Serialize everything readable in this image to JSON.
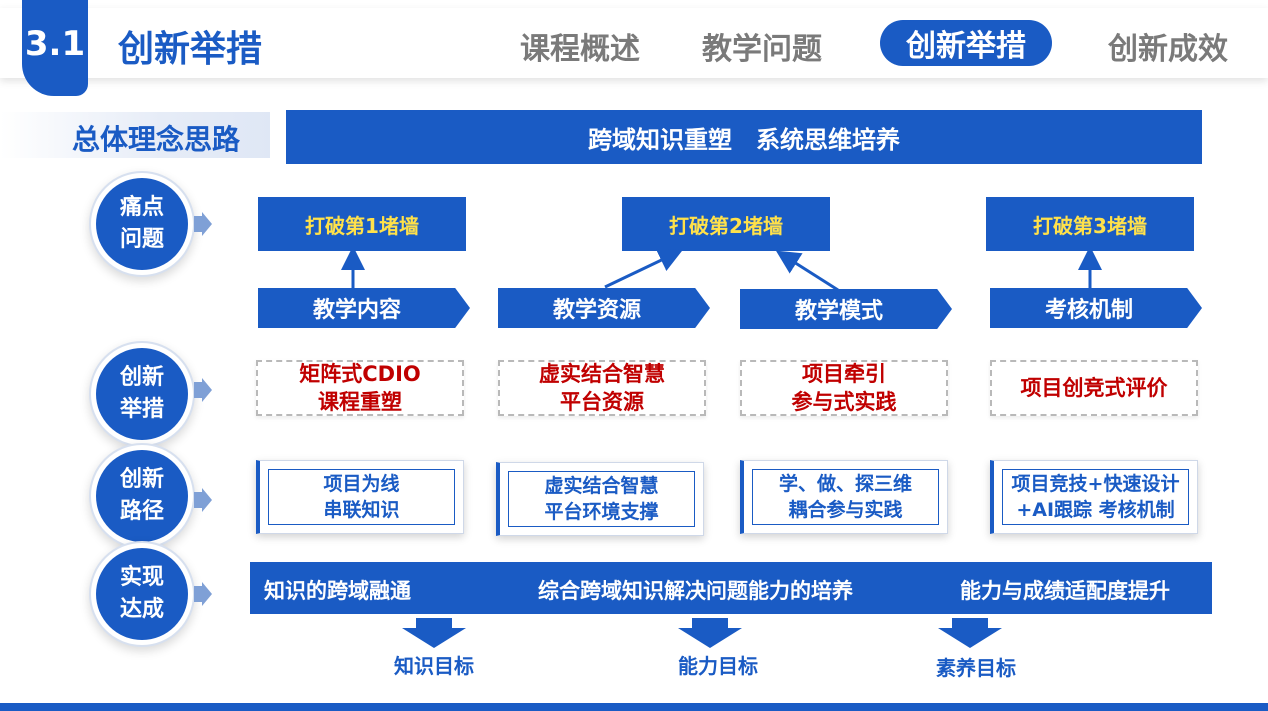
{
  "header": {
    "section_number": "3.1",
    "title": "创新举措",
    "tabs": [
      {
        "label": "课程概述",
        "active": false
      },
      {
        "label": "教学问题",
        "active": false
      },
      {
        "label": "创新举措",
        "active": true
      },
      {
        "label": "创新成效",
        "active": false
      }
    ]
  },
  "concept": {
    "label": "总体理念思路",
    "text": "跨域知识重塑　系统思维培养"
  },
  "rows": {
    "pain_points": "痛点问题",
    "measures": "创新举措",
    "paths": "创新路径",
    "achievement": "实现达成"
  },
  "walls": [
    "打破第1堵墙",
    "打破第2堵墙",
    "打破第3堵墙"
  ],
  "chevrons": [
    "教学内容",
    "教学资源",
    "教学模式",
    "考核机制"
  ],
  "measures": [
    {
      "line1": "矩阵式CDIO",
      "line2": "课程重塑"
    },
    {
      "line1": "虚实结合智慧",
      "line2": "平台资源"
    },
    {
      "line1": "项目牵引",
      "line2": "参与式实践"
    },
    {
      "line1": "项目创竞式评价",
      "line2": ""
    }
  ],
  "paths": [
    {
      "line1": "项目为线",
      "line2": "串联知识"
    },
    {
      "line1": "虚实结合智慧",
      "line2": "平台环境支撑"
    },
    {
      "line1": "学、做、探三维",
      "line2": "耦合参与实践"
    },
    {
      "line1": "项目竞技+快速设计",
      "line2": "+AI跟踪 考核机制"
    }
  ],
  "achievement": {
    "items": [
      "知识的跨域融通",
      "综合跨域知识解决问题能力的培养",
      "能力与成绩适配度提升"
    ]
  },
  "goals": [
    "知识目标",
    "能力目标",
    "素养目标"
  ],
  "colors": {
    "primary": "#1a5bc4",
    "wall_text": "#ffe14a",
    "measure_text": "#c00000",
    "tab_inactive": "#7a7a7a"
  }
}
